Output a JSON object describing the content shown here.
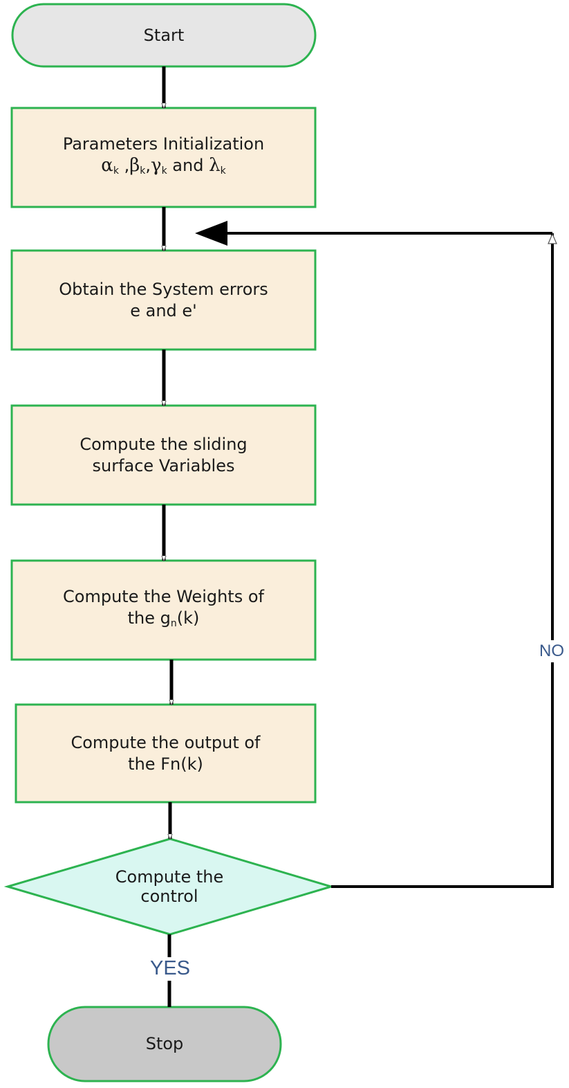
{
  "nodes": {
    "start": "Start",
    "init": {
      "line1": "Parameters Initialization",
      "alpha": "α",
      "beta": "β",
      "gamma": "γ",
      "lambda": "λ",
      "sub": "k",
      "comma1": " ,",
      "comma2": ",",
      "and": " and "
    },
    "errors": {
      "line1": "Obtain the System errors",
      "line2": "e and e'"
    },
    "sliding": {
      "line1": "Compute the sliding",
      "line2": "surface Variables"
    },
    "weights": {
      "line1": "Compute the Weights of",
      "line2_pre": "the g",
      "line2_sub": "n",
      "line2_post": "(k)"
    },
    "output": {
      "line1": "Compute the output of",
      "line2": "the Fn(k)"
    },
    "decision": {
      "line1": "Compute the",
      "line2": "control"
    },
    "stop": "Stop"
  },
  "edge_labels": {
    "no": "NO",
    "yes": "YES"
  },
  "colors": {
    "terminal_start_fill": "#e6e6e6",
    "terminal_stop_fill": "#c8c8c8",
    "process_fill": "#faeedb",
    "decision_fill": "#d9f7f1",
    "border": "#2db350",
    "arrow": "#000000",
    "label": "#3a5a8c"
  }
}
